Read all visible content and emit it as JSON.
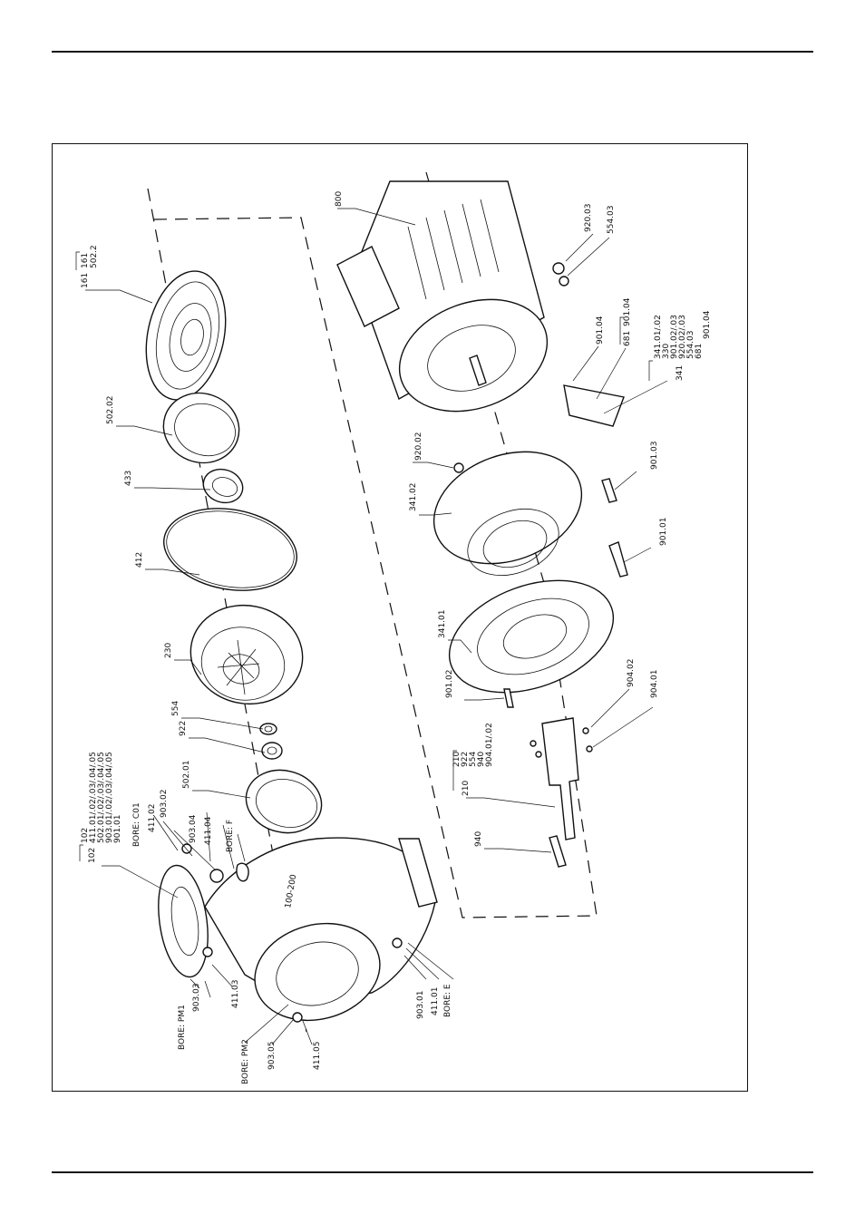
{
  "labels": {
    "l161": "161",
    "l161a": "161",
    "l502_2": "502.2",
    "l50202": "502.02",
    "l433": "433",
    "l412": "412",
    "l230": "230",
    "l554": "554",
    "l922": "922",
    "l50201": "502.01",
    "l102": "102",
    "g102_1": "102",
    "g102_2": "411.01/.02/.03/.04/.05",
    "g102_3": "502.01/.02/.03/.04/.05",
    "g102_4": "903.01/.02/.03/.04/.05",
    "g102_5": "901.01",
    "bore_c01": "BORE: C01",
    "l41102": "411.02",
    "l90302": "903.02",
    "l90304": "903.04",
    "l41104": "411.04",
    "bore_f": "BORE: F",
    "bore_pm1": "BORE: PM1",
    "l90303": "903.03",
    "l41103": "411.03",
    "bore_pm2": "BORE: PM2",
    "l90305": "903.05",
    "l41105": "411.05",
    "l90301": "903.01",
    "l41101": "411.01",
    "bore_e": "BORE: E",
    "l800": "800",
    "l92003": "920.03",
    "l55403": "554.03",
    "l90104a": "901.04",
    "l681": "681",
    "l90104b": "901.04",
    "g341_1": "341.01/.02",
    "g341_2": "330",
    "g341_3": "901.02/.03",
    "g341_4": "920.02/.03",
    "g341_5": "554.03",
    "g341_6": "681",
    "g341_7": "901.04",
    "l341": "341",
    "l92002": "920.02",
    "l34102": "341.02",
    "l90103": "901.03",
    "l90101": "901.01",
    "l34101": "341.01",
    "l90102": "901.02",
    "l90402": "904.02",
    "l90401": "904.01",
    "g210_1": "210",
    "g210_2": "922",
    "g210_3": "554",
    "g210_4": "940",
    "g210_5": "904.01/.02",
    "l210": "210",
    "l940": "940",
    "cast_text": "100-200"
  }
}
